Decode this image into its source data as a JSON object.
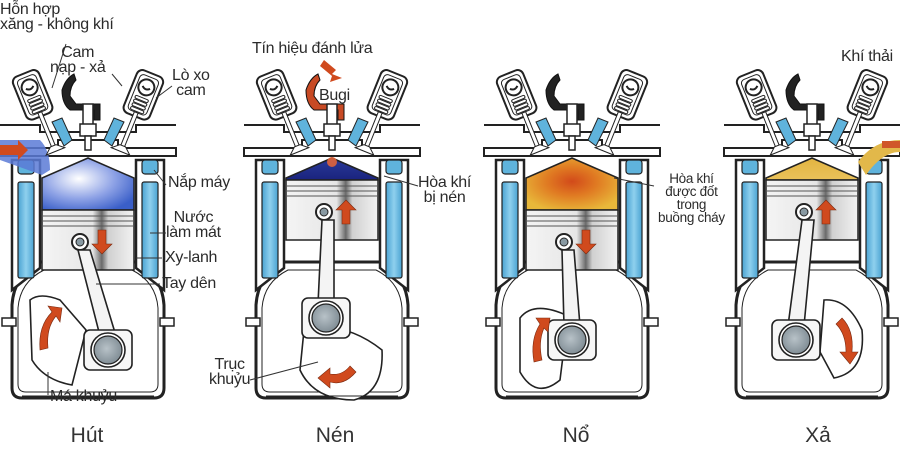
{
  "diagram": {
    "subject": "4-stroke engine cycle",
    "colors": {
      "intake_mixture": "#4a6fd0",
      "compressed_mixture": "#1f2f8f",
      "combustion": "#e8b63a",
      "combustion_core": "#d2581f",
      "exhaust": "#e2b84a",
      "coolant": "#5fb3dc",
      "arrow": "#d04a1e",
      "outline": "#222222"
    },
    "strokes": [
      {
        "title": "Hút",
        "piston_direction": "down",
        "crank_rotation": "clockwise",
        "labels": {
          "mixture": "Hỗn hợp\nxăng - không khí",
          "cam": "Cam\nnạp - xả",
          "cam_spring": "Lò xo\ncam",
          "cylinder_head": "Nắp máy",
          "coolant": "Nước\nlàm mát",
          "cylinder": "Xy-lanh",
          "connecting_rod": "Tay dên",
          "crank_web": "Má khuỷu"
        }
      },
      {
        "title": "Nén",
        "piston_direction": "up",
        "crank_rotation": "counter-clockwise",
        "labels": {
          "ignition_signal": "Tín hiệu đánh lửa",
          "spark_plug": "Bugi",
          "compressed_mixture": "Hòa khí\nbị nén",
          "crankshaft": "Trục\nkhuỷu"
        }
      },
      {
        "title": "Nổ",
        "piston_direction": "down",
        "crank_rotation": "clockwise",
        "labels": {
          "combustion": "Hòa khí\nđược đốt\ntrong\nbuồng cháy"
        }
      },
      {
        "title": "Xả",
        "piston_direction": "up",
        "crank_rotation": "clockwise",
        "labels": {
          "exhaust": "Khí thải"
        }
      }
    ]
  }
}
